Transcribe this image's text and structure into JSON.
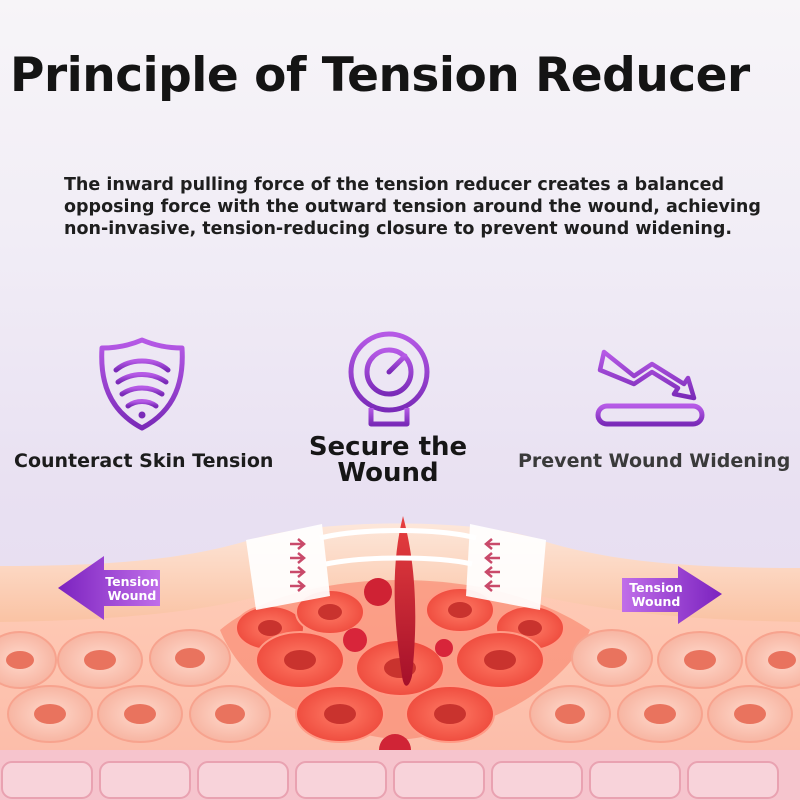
{
  "title": "Principle of Tension Reducer",
  "description": "The inward pulling force of the tension reducer creates a balanced opposing force with the outward tension around the wound, achieving non-invasive, tension-reducing closure to prevent wound widening.",
  "features": [
    {
      "label": "Counteract Skin Tension",
      "icon": "shield-waves-icon"
    },
    {
      "label": "Secure the Wound",
      "icon": "circular-target-icon"
    },
    {
      "label": "Prevent Wound Widening",
      "icon": "bent-arrow-bar-icon"
    }
  ],
  "illustration": {
    "left_arrow": {
      "line1": "Tension",
      "line2": "Wound"
    },
    "right_arrow": {
      "line1": "Tension",
      "line2": "Wound"
    }
  },
  "colors": {
    "title": "#141414",
    "icon_purple": "#9b3fd6",
    "arrow_purple": "#8a2fc4",
    "skin_orange": "#f6a27a",
    "cell_red": "#f0614f",
    "wound_red": "#c81e32",
    "strip_arrow": "#c94a6a"
  }
}
